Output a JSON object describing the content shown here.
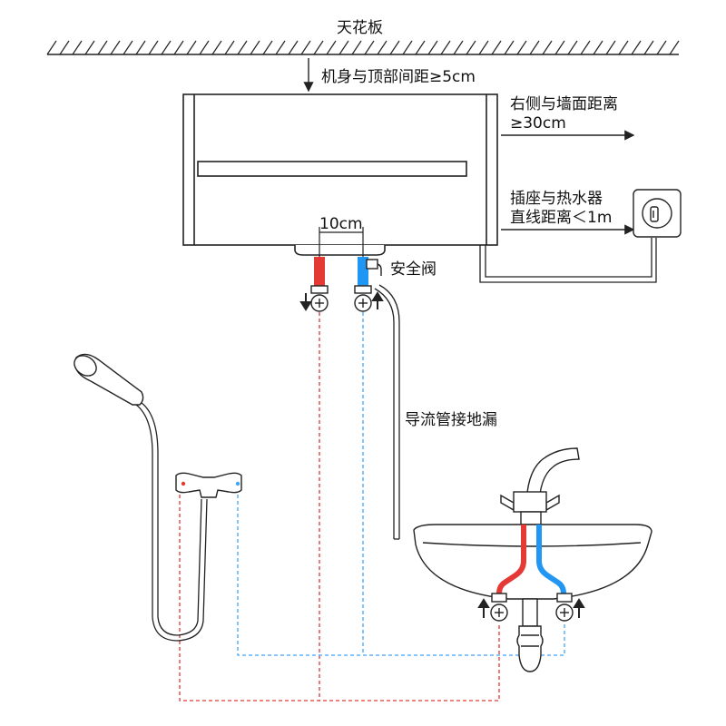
{
  "labels": {
    "ceiling": "天花板",
    "top_clearance": "机身与顶部间距≥5cm",
    "right_clearance_line1": "右侧与墙面距离",
    "right_clearance_line2": "≥30cm",
    "socket_distance_line1": "插座与热水器",
    "socket_distance_line2": "直线距离＜1m",
    "inlet_spacing": "10cm",
    "safety_valve": "安全阀",
    "drain_pipe": "导流管接地漏"
  },
  "colors": {
    "line": "#222222",
    "hot": "#e53935",
    "cold": "#2196f3",
    "hot_dashed": "#e53935",
    "cold_dashed": "#42a5f5"
  },
  "icons": {
    "down_arrow": "down-arrow-icon",
    "up_arrow": "up-arrow-icon",
    "valve": "valve-icon",
    "socket": "socket-icon"
  }
}
